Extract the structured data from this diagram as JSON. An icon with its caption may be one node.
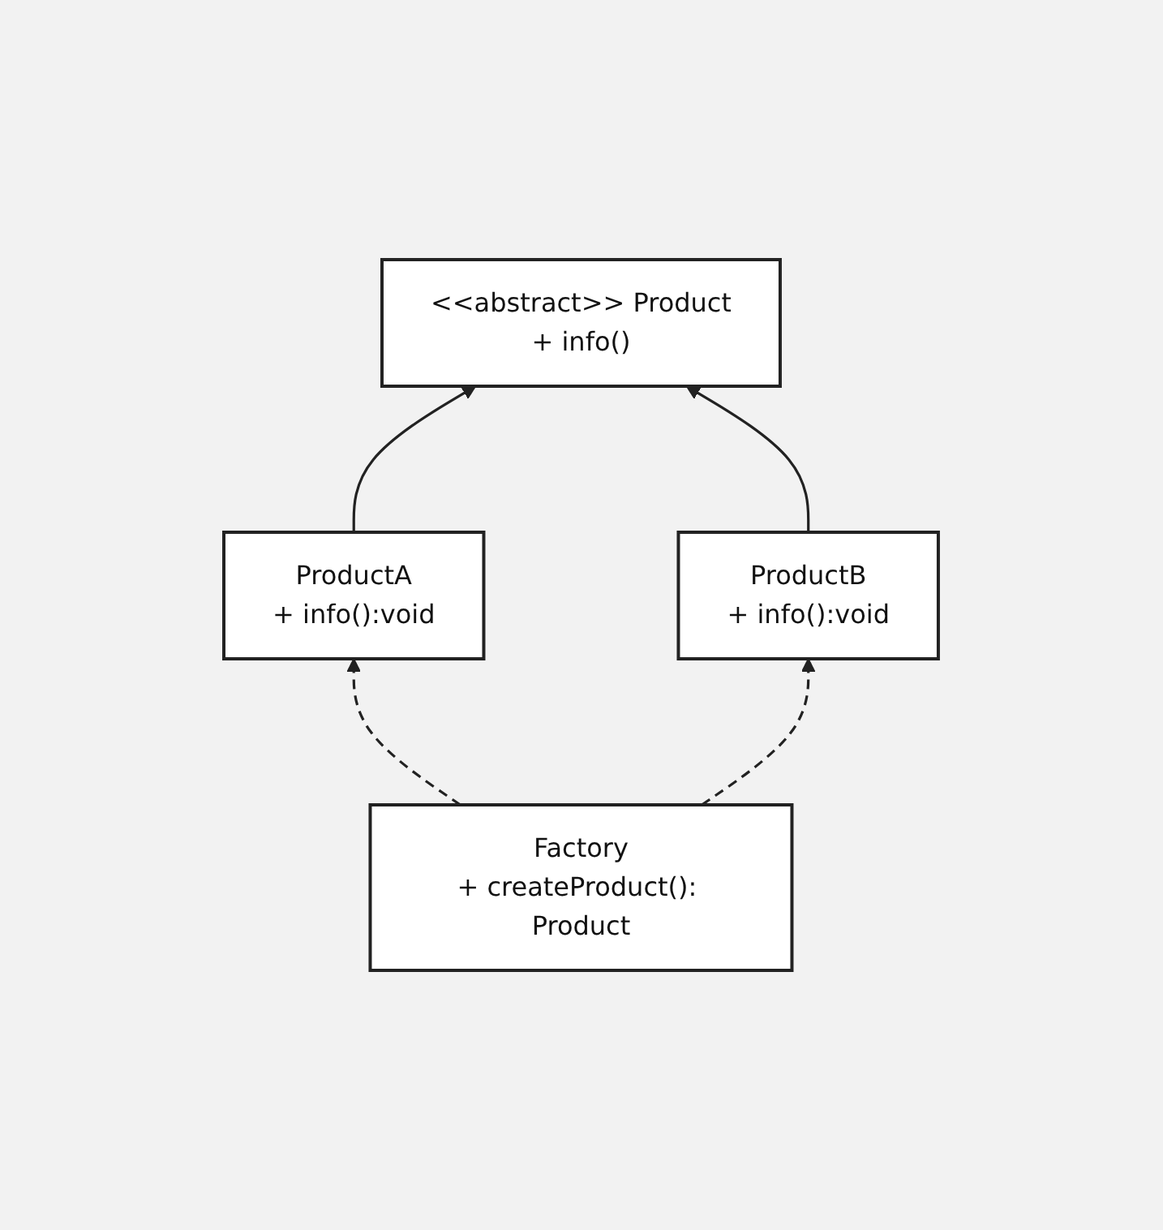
{
  "diagram": {
    "nodes": [
      {
        "text": [
          "<<abstract>> Product",
          "+ info()"
        ]
      },
      {
        "text": [
          "ProductA",
          "+ info():void"
        ]
      },
      {
        "text": [
          "ProductB",
          "+ info():void"
        ]
      },
      {
        "text": [
          "Factory",
          "+ createProduct(): Product"
        ]
      }
    ],
    "edges": [
      {
        "from": 1,
        "to": 0,
        "arrow": "to"
      },
      {
        "from": 2,
        "to": 0,
        "arrow": "to"
      },
      {
        "from": 3,
        "to": 1,
        "arrow": "to",
        "style": "dashed"
      },
      {
        "from": 3,
        "to": 2,
        "arrow": "to",
        "style": "dashed"
      }
    ]
  }
}
